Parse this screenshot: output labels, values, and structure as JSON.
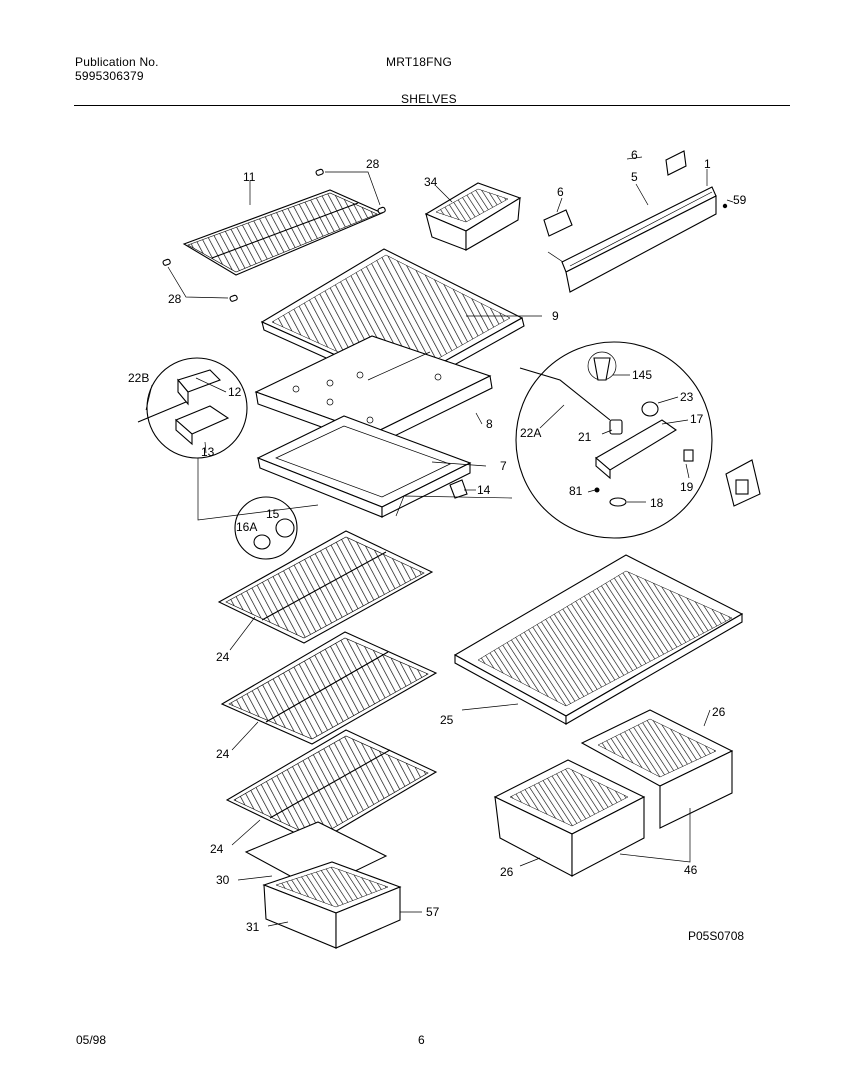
{
  "header": {
    "publication_label": "Publication No.",
    "publication_number": "5995306379",
    "model": "MRT18FNG",
    "section_title": "SHELVES"
  },
  "footer": {
    "date": "05/98",
    "page": "6"
  },
  "diagram": {
    "drawing_code": "P05S0708",
    "callouts": {
      "c1": "1",
      "c5": "5",
      "c6a": "6",
      "c6b": "6",
      "c59": "59",
      "c11": "11",
      "c28a": "28",
      "c28b": "28",
      "c34": "34",
      "c9": "9",
      "c22B": "22B",
      "c12": "12",
      "c13": "13",
      "c8": "8",
      "c7": "7",
      "c14": "14",
      "c15": "15",
      "c16A": "16A",
      "c145": "145",
      "c23": "23",
      "c17": "17",
      "c22A": "22A",
      "c21": "21",
      "c19": "19",
      "c81": "81",
      "c18": "18",
      "c24a": "24",
      "c24b": "24",
      "c24c": "24",
      "c25": "25",
      "c26a": "26",
      "c26b": "26",
      "c46": "46",
      "c30": "30",
      "c31": "31",
      "c57": "57"
    }
  }
}
